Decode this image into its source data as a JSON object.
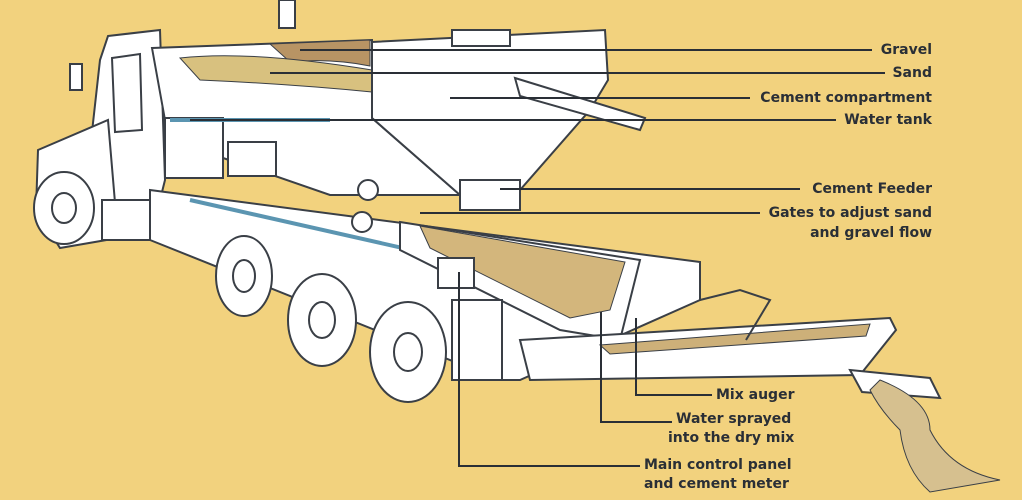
{
  "colors": {
    "background": "#f2d27e",
    "outline": "#3a3f46",
    "body_fill": "#ffffff",
    "aggregate": "#c9ac6e",
    "water_line": "#5b95b1",
    "leader_line": "#2a2f36"
  },
  "labels": {
    "gravel": "Gravel",
    "sand": "Sand",
    "cement_compartment": "Cement compartment",
    "water_tank": "Water tank",
    "cement_feeder": "Cement Feeder",
    "gates_line1": "Gates to adjust sand",
    "gates_line2": "and gravel flow",
    "mix_auger": "Mix auger",
    "water_sprayed_line1": "Water sprayed",
    "water_sprayed_line2": "into the dry mix",
    "control_panel_line1": "Main control panel",
    "control_panel_line2": "and cement meter"
  }
}
